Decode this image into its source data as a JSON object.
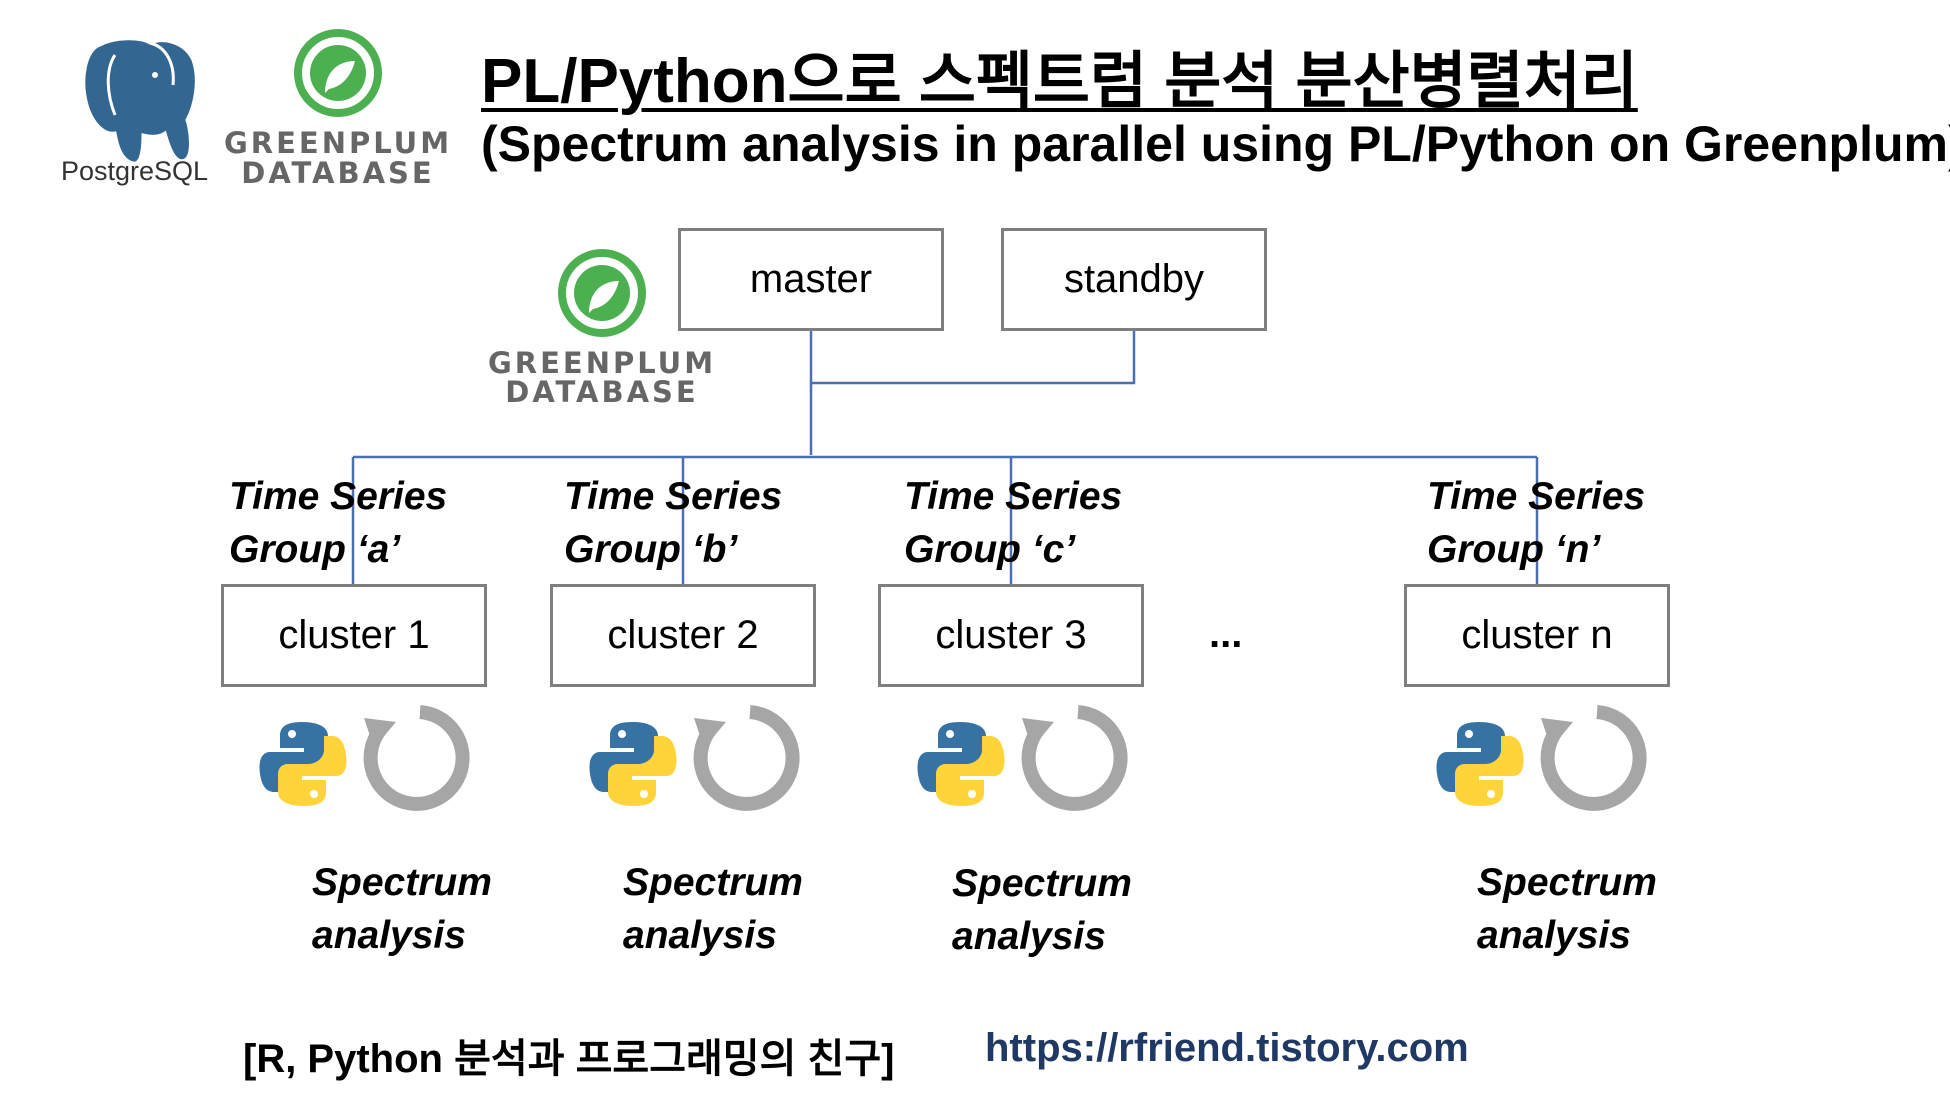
{
  "header": {
    "title_ko": "PL/Python으로 스펙트럼 분석 분산병렬처리",
    "title_en": "(Spectrum analysis in parallel using PL/Python on Greenplum)"
  },
  "logos": {
    "postgresql_label": "PostgreSQL",
    "greenplum_line1": "GREENPLUM",
    "greenplum_line2": "DATABASE"
  },
  "nodes": {
    "master": "master",
    "standby": "standby"
  },
  "segments": [
    {
      "group_line1": "Time Series",
      "group_line2": "Group ‘a’",
      "cluster": "cluster 1",
      "analysis_line1": "Spectrum",
      "analysis_line2": "analysis"
    },
    {
      "group_line1": "Time Series",
      "group_line2": "Group ‘b’",
      "cluster": "cluster 2",
      "analysis_line1": "Spectrum",
      "analysis_line2": "analysis"
    },
    {
      "group_line1": "Time Series",
      "group_line2": "Group ‘c’",
      "cluster": "cluster 3",
      "analysis_line1": "Spectrum",
      "analysis_line2": "analysis"
    },
    {
      "group_line1": "Time Series",
      "group_line2": "Group ‘n’",
      "cluster": "cluster n",
      "analysis_line1": "Spectrum",
      "analysis_line2": "analysis"
    }
  ],
  "ellipsis": "...",
  "footer": {
    "text": "[R, Python 분석과 프로그래밍의 친구]",
    "url": "https://rfriend.tistory.com"
  },
  "colors": {
    "connector": "#4a6fb5",
    "box_border": "#7f7f7f",
    "greenplum_green": "#4caf50",
    "postgres_blue": "#336791",
    "python_blue": "#3772a4",
    "python_yellow": "#ffd43b",
    "loop_gray": "#a6a6a6",
    "url_color": "#1f3864"
  }
}
